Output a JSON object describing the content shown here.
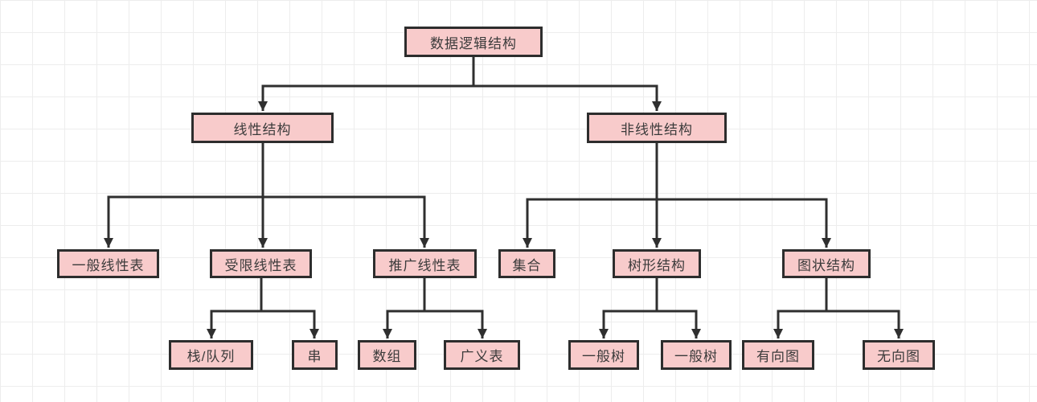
{
  "diagram": {
    "type": "flowchart-tree",
    "title": "数据逻辑结构",
    "colors": {
      "node_fill": "#f8cbcb",
      "node_border": "#2d2d2d",
      "connector": "#2f2f2f",
      "grid_line": "#ededed",
      "background": "#ffffff",
      "text": "#3b3b3b"
    },
    "nodes": [
      {
        "id": "root",
        "label": "数据逻辑结构"
      },
      {
        "id": "linear",
        "label": "线性结构"
      },
      {
        "id": "nonlinear",
        "label": "非线性结构"
      },
      {
        "id": "general-linear-list",
        "label": "一般线性表"
      },
      {
        "id": "restricted-linear-list",
        "label": "受限线性表"
      },
      {
        "id": "extended-linear-list",
        "label": "推广线性表"
      },
      {
        "id": "set",
        "label": "集合"
      },
      {
        "id": "tree-structure",
        "label": "树形结构"
      },
      {
        "id": "graph-structure",
        "label": "图状结构"
      },
      {
        "id": "stack-queue",
        "label": "栈/队列"
      },
      {
        "id": "string",
        "label": "串"
      },
      {
        "id": "array",
        "label": "数组"
      },
      {
        "id": "generalized-list",
        "label": "广义表"
      },
      {
        "id": "general-tree-1",
        "label": "一般树"
      },
      {
        "id": "general-tree-2",
        "label": "一般树"
      },
      {
        "id": "directed-graph",
        "label": "有向图"
      },
      {
        "id": "undirected-graph",
        "label": "无向图"
      }
    ],
    "edges": [
      {
        "from": "root",
        "to": [
          "linear",
          "nonlinear"
        ]
      },
      {
        "from": "linear",
        "to": [
          "general-linear-list",
          "restricted-linear-list",
          "extended-linear-list"
        ]
      },
      {
        "from": "nonlinear",
        "to": [
          "set",
          "tree-structure",
          "graph-structure"
        ]
      },
      {
        "from": "restricted-linear-list",
        "to": [
          "stack-queue",
          "string"
        ]
      },
      {
        "from": "extended-linear-list",
        "to": [
          "array",
          "generalized-list"
        ]
      },
      {
        "from": "tree-structure",
        "to": [
          "general-tree-1",
          "general-tree-2"
        ]
      },
      {
        "from": "graph-structure",
        "to": [
          "directed-graph",
          "undirected-graph"
        ]
      }
    ]
  }
}
